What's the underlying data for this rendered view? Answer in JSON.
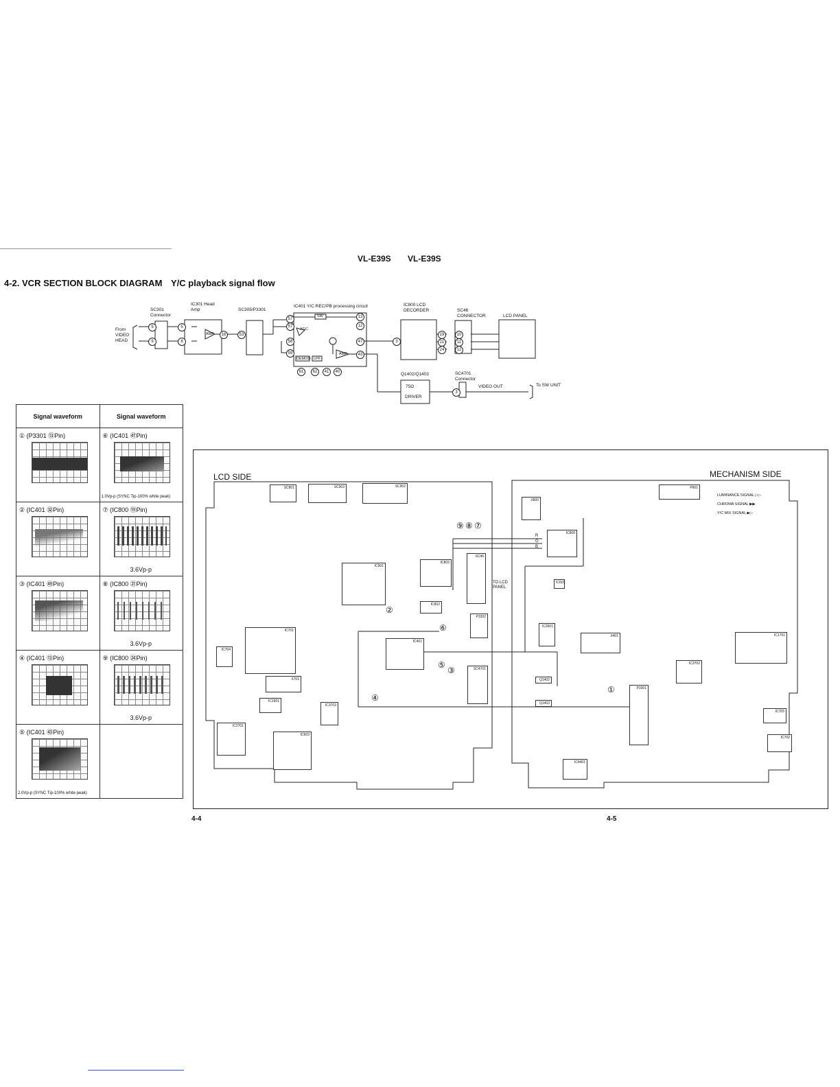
{
  "header": {
    "model_left": "VL-E39S",
    "model_right": "VL-E39S"
  },
  "section": {
    "title": "4-2. VCR SECTION BLOCK DIAGRAM",
    "subtitle": "Y/C playback signal flow"
  },
  "block": {
    "sc301": "SC301 Connector",
    "ic301": "IC301 Head Amp",
    "sc305": "SC305/P3301",
    "ic401": "IC401 Y/C REC/PB processing circuit",
    "ic800": "IC800 LCD DECORDER",
    "sc46": "SC46 CONNECTOR",
    "lcd_panel": "LCD PANEL",
    "from_head": "From VIDEO HEAD",
    "amp": "AMP",
    "sw": "SW",
    "agc": "AGC",
    "demod": "DEMOD",
    "lpf": "LPF",
    "q1402": "Q1402/Q1403",
    "driver_ohm": "75Ω",
    "driver": "DRIVER",
    "sc4701": "SC4701 Connector",
    "video_out": "VIDEO OUT",
    "to_sw": "To SW UNIT",
    "pins": [
      "5",
      "9",
      "5",
      "8",
      "16",
      "53",
      "57",
      "57",
      "58",
      "59",
      "13",
      "12",
      "47",
      "43",
      "61",
      "62",
      "41",
      "40",
      "3",
      "19",
      "21",
      "24",
      "10",
      "11",
      "12",
      "3"
    ]
  },
  "waveform_table": {
    "header_left": "Signal waveform",
    "header_right": "Signal waveform",
    "cells": [
      {
        "label": "① (P3301 ⑬Pin)",
        "note": "",
        "vpp": ""
      },
      {
        "label": "⑥ (IC401 ㊼Pin)",
        "note": "1.0Vp-p (SYNC Tip-100% white peak)",
        "vpp": ""
      },
      {
        "label": "② (IC401 ㉜Pin)",
        "note": "",
        "vpp": ""
      },
      {
        "label": "⑦ (IC800 ⑲Pin)",
        "note": "",
        "vpp": "3.6Vp-p"
      },
      {
        "label": "③ (IC401 ㊾Pin)",
        "note": "",
        "vpp": ""
      },
      {
        "label": "⑧ (IC800 ㉑Pin)",
        "note": "",
        "vpp": "3.6Vp-p"
      },
      {
        "label": "④ (IC401 ⑬Pin)",
        "note": "",
        "vpp": ""
      },
      {
        "label": "⑨ (IC800 ㉔Pin)",
        "note": "",
        "vpp": "3.6Vp-p"
      },
      {
        "label": "⑤ (IC401 ㊸Pin)",
        "note": "2.0Vp-p (SYNC Tip-100% white peak)",
        "vpp": ""
      },
      {
        "label": "",
        "note": "",
        "vpp": ""
      }
    ]
  },
  "pcb": {
    "lcd_side": "LCD SIDE",
    "mech_side": "MECHANISM SIDE",
    "chips": [
      "SC801",
      "SC903",
      "SC902",
      "IC901",
      "IC803",
      "SC46",
      "IC802",
      "P3302",
      "IC701",
      "IC704",
      "X701",
      "IC1601",
      "IC3703",
      "IC2701",
      "IC603",
      "IC401",
      "SC4701",
      "P901",
      "X800",
      "IC800",
      "IC601",
      "IC2601",
      "X401",
      "IC1701",
      "IC3702",
      "Q1402",
      "Q1403",
      "P3301",
      "IC705",
      "IC702",
      "IC4401"
    ],
    "to_lcd": "TO LCD PANEL",
    "rgb": [
      "R",
      "G",
      "B"
    ],
    "markers": [
      "①",
      "②",
      "③",
      "④",
      "⑤",
      "⑥",
      "⑦",
      "⑧",
      "⑨"
    ]
  },
  "legend": {
    "items": [
      "LUMINANCE SIGNAL",
      "CHROMA SIGNAL",
      "Y/C MIX SIGNAL"
    ]
  },
  "footer": {
    "page_left": "4-4",
    "page_right": "4-5"
  }
}
